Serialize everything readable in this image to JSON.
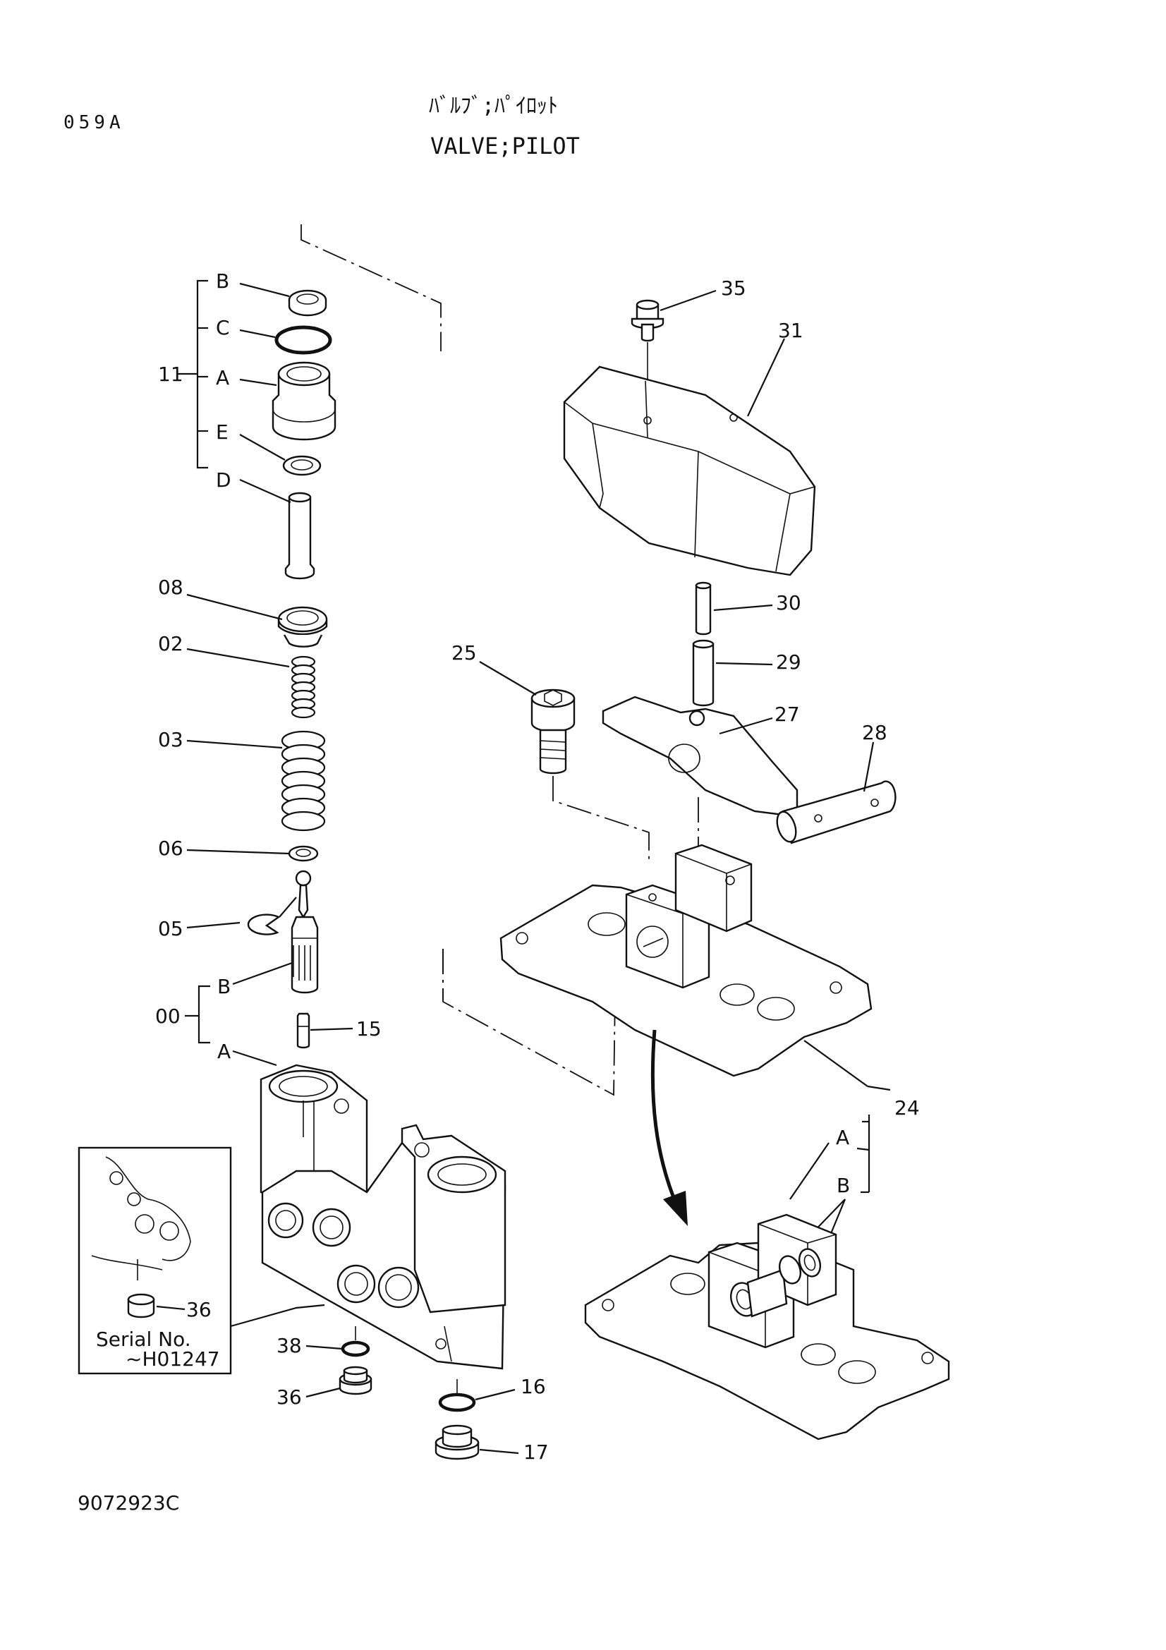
{
  "header": {
    "page_code": "059A",
    "title_jp": "ﾊﾞﾙﾌﾞ;ﾊﾟｲﾛｯﾄ",
    "title_en": "VALVE;PILOT"
  },
  "footer": {
    "drawing_number": "9072923C"
  },
  "inset": {
    "serial_label": "Serial No.",
    "serial_range": "~H01247"
  },
  "labels": {
    "g11": "11",
    "g11_B": "B",
    "g11_C": "C",
    "g11_A": "A",
    "g11_E": "E",
    "g11_D": "D",
    "p08": "08",
    "p02": "02",
    "p03": "03",
    "p06": "06",
    "p05": "05",
    "g00": "00",
    "g00_B": "B",
    "g00_A": "A",
    "p15": "15",
    "p36_inset": "36",
    "p38": "38",
    "p36": "36",
    "p16": "16",
    "p17": "17",
    "p35": "35",
    "p31": "31",
    "p30": "30",
    "p29": "29",
    "p25": "25",
    "p27": "27",
    "p28": "28",
    "p24": "24",
    "g24_A": "A",
    "g24_B": "B"
  }
}
